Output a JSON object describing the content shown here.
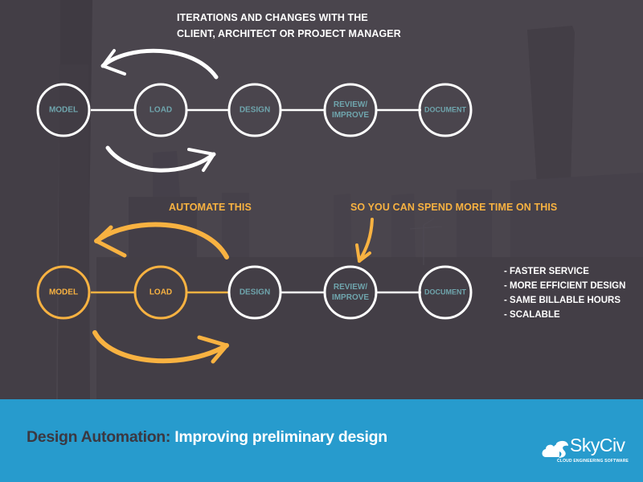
{
  "top_section": {
    "caption_lines": [
      "ITERATIONS AND CHANGES WITH THE",
      "CLIENT, ARCHITECT OR PROJECT MANAGER"
    ],
    "nodes": [
      {
        "label": "MODEL",
        "highlighted": false
      },
      {
        "label": "LOAD",
        "highlighted": false
      },
      {
        "label": "DESIGN",
        "highlighted": false
      },
      {
        "label": "REVIEW/\nIMPROVE",
        "highlighted": false
      },
      {
        "label": "DOCUMENT",
        "highlighted": false
      }
    ]
  },
  "bottom_section": {
    "automate_caption": "AUTOMATE THIS",
    "spend_time_caption": "SO YOU CAN SPEND MORE TIME ON THIS",
    "nodes": [
      {
        "label": "MODEL",
        "highlighted": true
      },
      {
        "label": "LOAD",
        "highlighted": true
      },
      {
        "label": "DESIGN",
        "highlighted": false
      },
      {
        "label": "REVIEW/\nIMPROVE",
        "highlighted": false
      },
      {
        "label": "DOCUMENT",
        "highlighted": false
      }
    ],
    "benefits": [
      "- FASTER SERVICE",
      "- MORE EFFICIENT DESIGN",
      "- SAME BILLABLE HOURS",
      "- SCALABLE"
    ]
  },
  "footer": {
    "title_prefix": "Design Automation:",
    "title_suffix": " Improving preliminary design",
    "logo_name": "SkyCiv",
    "logo_tagline": "CLOUD ENGINEERING SOFTWARE"
  },
  "colors": {
    "background": "#4a454d",
    "white": "#ffffff",
    "accent_orange": "#f8b241",
    "node_text_teal": "#6fa5ad",
    "footer_blue": "#279bcd",
    "footer_dark_text": "#3b3841"
  }
}
